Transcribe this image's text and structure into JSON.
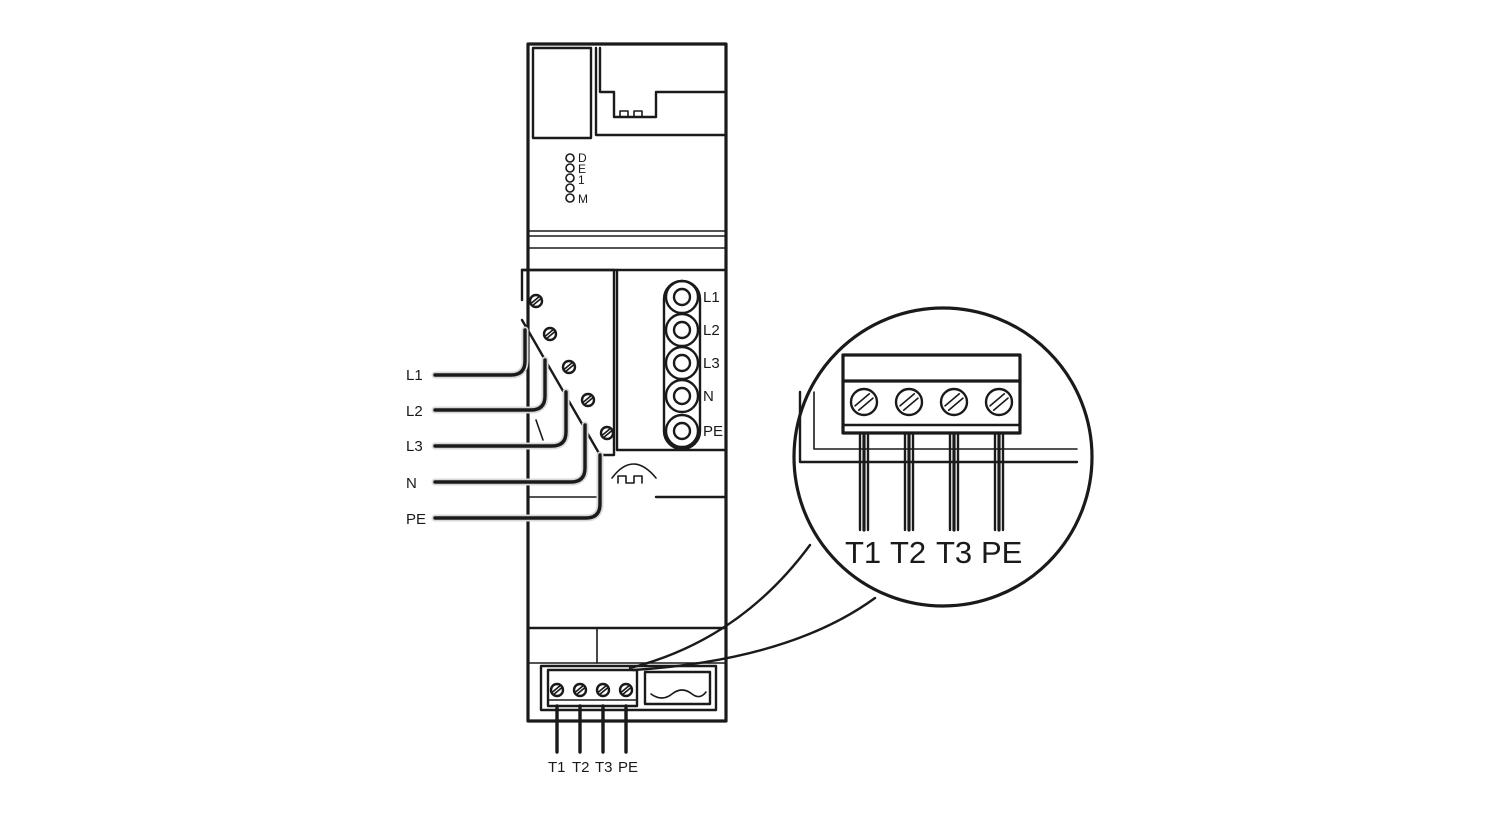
{
  "led_labels": [
    "D",
    "E",
    "1",
    "M"
  ],
  "phase_terminal_labels": [
    "L1",
    "L2",
    "L3",
    "N",
    "PE"
  ],
  "input_wire_labels": [
    "L1",
    "L2",
    "L3",
    "N",
    "PE"
  ],
  "output_terminal_labels": [
    "T1",
    "T2",
    "T3",
    "PE"
  ],
  "zoom_terminal_labels": [
    "T1",
    "T2",
    "T3",
    "PE"
  ],
  "colors": {
    "line": "#1a1a1a",
    "halo": "#d8d8d8",
    "background": "#ffffff"
  },
  "icons": {
    "terminal_screw": "screw-icon",
    "led": "led-indicator-icon",
    "ring_terminal": "ring-terminal-icon"
  }
}
